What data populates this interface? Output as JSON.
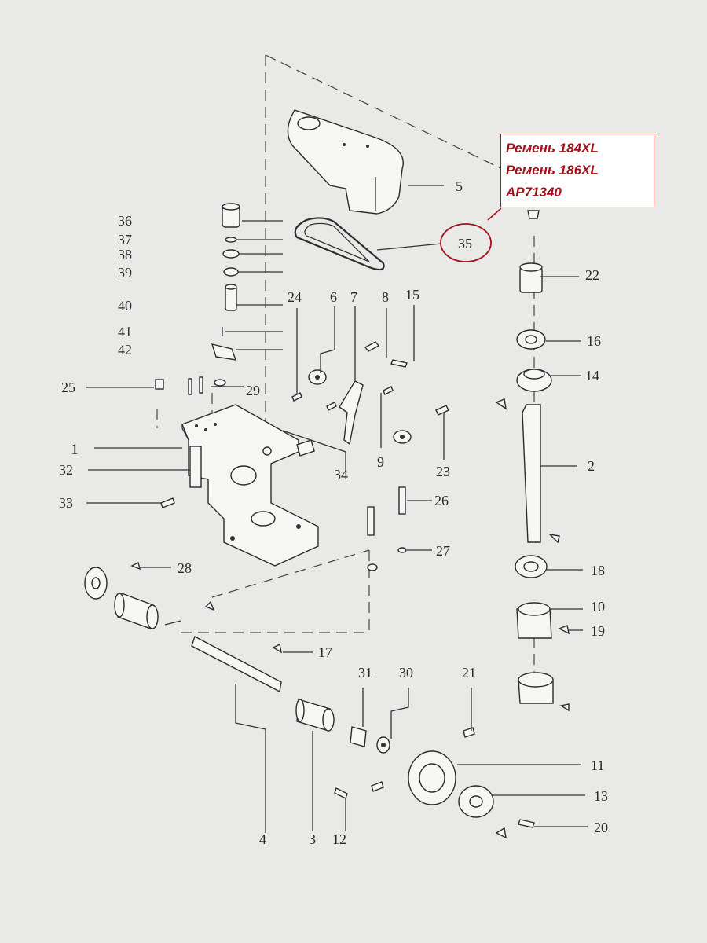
{
  "annotation": {
    "lines": [
      "Ремень 184XL",
      "Ремень 186XL",
      "AP71340"
    ],
    "highlight_part": "35",
    "color": "#a3121c"
  },
  "labels": {
    "p1": "1",
    "p2": "2",
    "p3": "3",
    "p4": "4",
    "p5": "5",
    "p6": "6",
    "p7": "7",
    "p8": "8",
    "p9": "9",
    "p10": "10",
    "p11": "11",
    "p12": "12",
    "p13": "13",
    "p14": "14",
    "p15": "15",
    "p16": "16",
    "p17": "17",
    "p18": "18",
    "p19": "19",
    "p20": "20",
    "p21": "21",
    "p22": "22",
    "p23": "23",
    "p24": "24",
    "p25": "25",
    "p26": "26",
    "p27": "27",
    "p28": "28",
    "p29": "29",
    "p30": "30",
    "p31": "31",
    "p32": "32",
    "p33": "33",
    "p34": "34",
    "p35": "35",
    "p36": "36",
    "p37": "37",
    "p38": "38",
    "p39": "39",
    "p40": "40",
    "p41": "41",
    "p42": "42"
  }
}
